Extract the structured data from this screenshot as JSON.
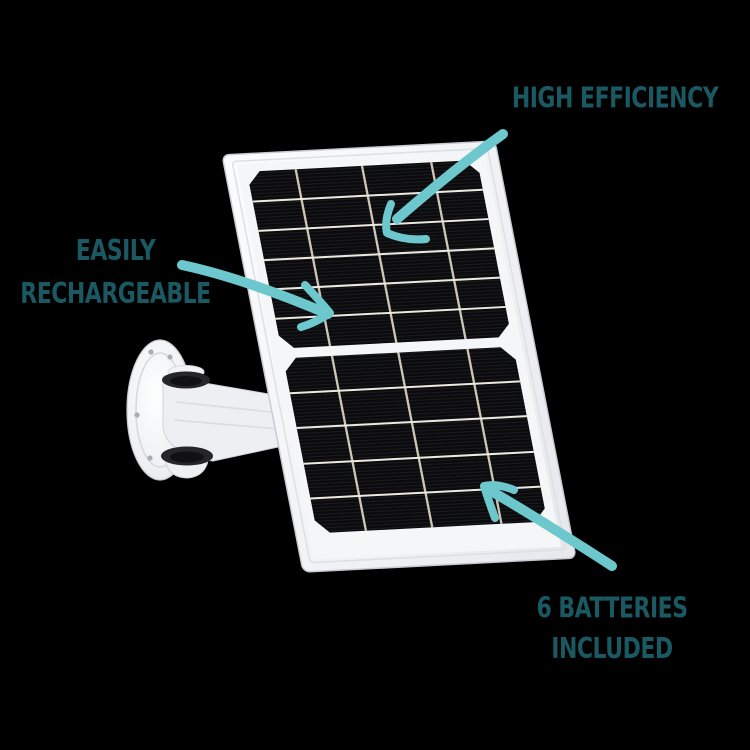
{
  "figure": {
    "type": "annotated-product-photo",
    "subject": "solar-panel-on-wall-mount-bracket"
  },
  "colors": {
    "background": "#000000",
    "label_text": "#1a5962",
    "arrow": "#6cc8cd",
    "panel_frame": "#f3f4f6",
    "solar_cells": "#0b0b0d",
    "grid_lines": "#e9e7df",
    "bracket_white": "#edeff2",
    "rubber_ring": "#26262a"
  },
  "annotations": [
    {
      "id": "high-efficiency",
      "lines": [
        "HIGH EFFICIENCY"
      ],
      "arrow_icon": "arrow-down-left"
    },
    {
      "id": "easily-rechargeable",
      "lines": [
        "EASILY",
        "RECHARGEABLE"
      ],
      "arrow_icon": "arrow-down-right"
    },
    {
      "id": "batteries-included",
      "lines": [
        "6 BATTERIES",
        "INCLUDED"
      ],
      "arrow_icon": "arrow-up-left"
    }
  ]
}
